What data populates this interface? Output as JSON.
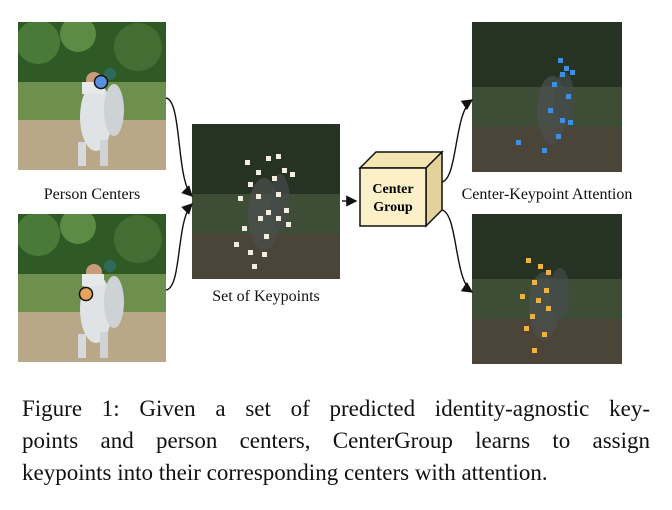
{
  "labels": {
    "person_centers": "Person Centers",
    "set_of_keypoints": "Set of Keypoints",
    "center_keypoint_attention": "Center-Keypoint Attention",
    "center_group_line1": "Center",
    "center_group_line2": "Group"
  },
  "caption": {
    "line1": "Figure 1:  Given a set of predicted identity-agnostic key-",
    "line2": "points and person centers, CenterGroup learns to assign",
    "line3": "keypoints into their corresponding centers with attention."
  },
  "colors": {
    "center_blue": "#5b8fe0",
    "center_orange": "#e8a45a",
    "keypoint_white": "#f3ece0",
    "attention_blue": "#3a8fe8",
    "attention_yellow": "#f0b23a",
    "cube_face": "#fbf0c8",
    "cube_side": "#e7d9a2",
    "grass": "#6e8f4e",
    "dirt": "#b9a888",
    "trees": "#2f5a26"
  },
  "icons": {
    "arrow": "arrow-icon",
    "cube": "center-group-cube-icon"
  }
}
